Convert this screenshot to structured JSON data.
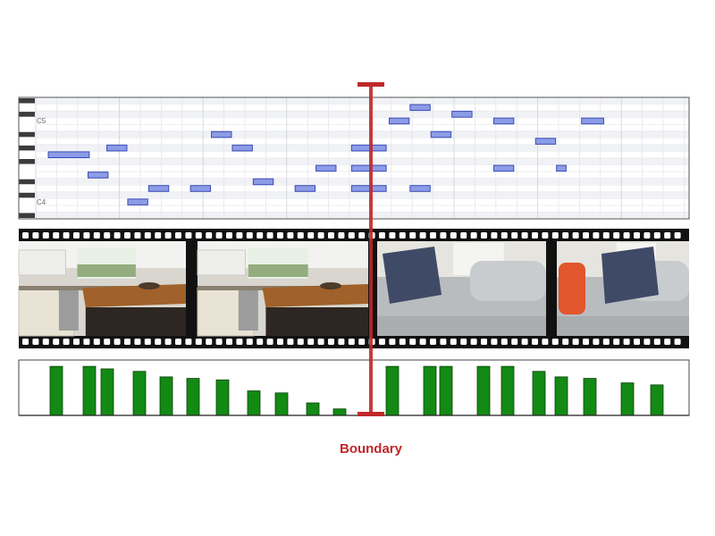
{
  "piano_roll": {
    "octave_labels": [
      "C5",
      "C4"
    ],
    "note_color": "#8c9ce6",
    "note_border": "#3a4cb8",
    "notes": [
      {
        "start": 0.6,
        "duration": 2.0,
        "pitch": 67
      },
      {
        "start": 2.5,
        "duration": 1.0,
        "pitch": 64
      },
      {
        "start": 3.4,
        "duration": 1.0,
        "pitch": 68
      },
      {
        "start": 4.4,
        "duration": 1.0,
        "pitch": 60
      },
      {
        "start": 5.4,
        "duration": 1.0,
        "pitch": 62
      },
      {
        "start": 7.4,
        "duration": 1.0,
        "pitch": 62
      },
      {
        "start": 8.4,
        "duration": 1.0,
        "pitch": 70
      },
      {
        "start": 9.4,
        "duration": 1.0,
        "pitch": 68
      },
      {
        "start": 10.4,
        "duration": 1.0,
        "pitch": 63
      },
      {
        "start": 12.4,
        "duration": 1.0,
        "pitch": 62
      },
      {
        "start": 13.4,
        "duration": 1.0,
        "pitch": 65
      },
      {
        "start": 15.1,
        "duration": 1.7,
        "pitch": 68
      },
      {
        "start": 15.1,
        "duration": 1.7,
        "pitch": 65
      },
      {
        "start": 15.1,
        "duration": 1.7,
        "pitch": 62
      },
      {
        "start": 16.9,
        "duration": 1.0,
        "pitch": 72
      },
      {
        "start": 17.9,
        "duration": 1.0,
        "pitch": 74
      },
      {
        "start": 17.9,
        "duration": 1.0,
        "pitch": 62
      },
      {
        "start": 18.9,
        "duration": 1.0,
        "pitch": 70
      },
      {
        "start": 19.9,
        "duration": 1.0,
        "pitch": 73
      },
      {
        "start": 21.9,
        "duration": 1.0,
        "pitch": 72
      },
      {
        "start": 21.9,
        "duration": 1.0,
        "pitch": 65
      },
      {
        "start": 23.9,
        "duration": 1.0,
        "pitch": 69
      },
      {
        "start": 24.9,
        "duration": 0.5,
        "pitch": 65
      },
      {
        "start": 26.1,
        "duration": 1.1,
        "pitch": 72
      }
    ]
  },
  "film_strip": {
    "frames": [
      {
        "scene": "kitchen"
      },
      {
        "scene": "kitchen"
      },
      {
        "scene": "living-room-pillow"
      },
      {
        "scene": "living-room-orange-pillow"
      }
    ]
  },
  "bar_track": {
    "bar_color": "#138a13",
    "values": [
      0.98,
      0.98,
      0.93,
      0.88,
      0.77,
      0.74,
      0.71,
      0.49,
      0.45,
      0.25,
      0.13,
      0.98,
      0.98,
      0.98,
      0.98,
      0.98,
      0.88,
      0.77,
      0.74,
      0.65,
      0.61
    ]
  },
  "boundary": {
    "label": "Boundary",
    "color": "#c0282a"
  }
}
